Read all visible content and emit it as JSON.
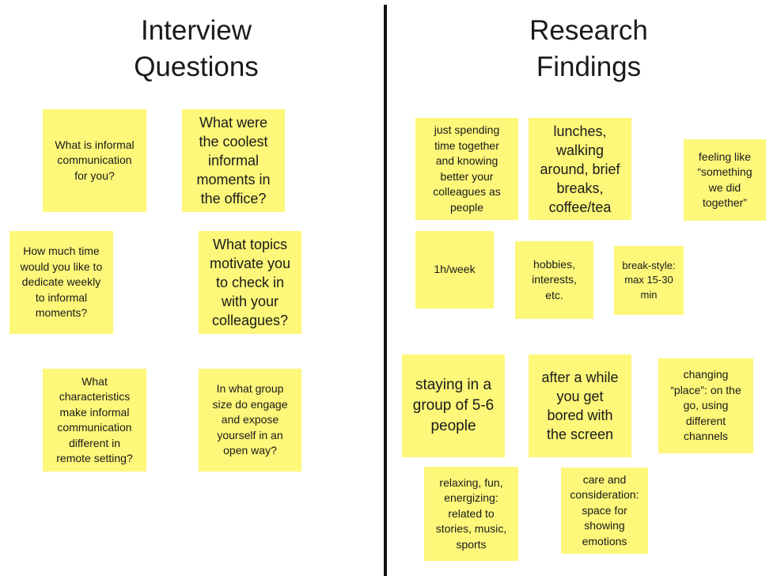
{
  "board": {
    "background": "#ffffff",
    "note_color": "#fdf77a"
  },
  "columns": {
    "left_title": "Interview\nQuestions",
    "right_title": "Research\nFindings"
  },
  "questions": [
    "What is informal\ncommunication\nfor you?",
    "What were\nthe coolest\ninformal\nmoments in\nthe office?",
    "How much time\nwould you like to\ndedicate weekly\nto informal\nmoments?",
    "What topics\nmotivate you\nto check in\nwith your\ncolleagues?",
    "What\ncharacteristics\nmake informal\ncommunication\ndifferent in\nremote setting?",
    "In what group\nsize do engage\nand expose\nyourself in an\nopen way?"
  ],
  "findings": [
    "just spending\ntime together\nand knowing\nbetter your\ncolleagues as\npeople",
    "lunches,\nwalking\naround, brief\nbreaks,\ncoffee/tea",
    "feeling like\n“something\nwe did\ntogether”",
    "1h/week",
    "hobbies,\ninterests,\netc.",
    "break-style:\nmax 15-30\nmin",
    "staying in a\ngroup of 5-6\npeople",
    "after a while\nyou get\nbored with\nthe screen",
    "changing\n“place”: on the\ngo, using\ndifferent\nchannels",
    "relaxing, fun,\nenergizing:\nrelated to\nstories, music,\nsports",
    "care and\nconsideration:\nspace for\nshowing\nemotions"
  ]
}
